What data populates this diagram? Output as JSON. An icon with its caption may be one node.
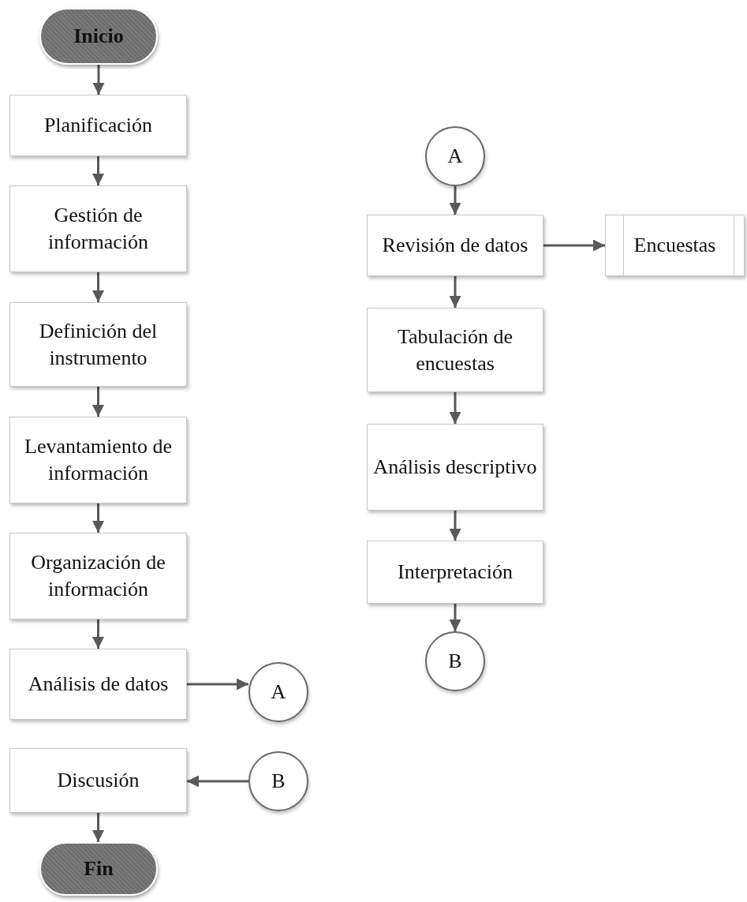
{
  "diagram": {
    "nodes": [
      {
        "text": [
          "Inicio"
        ]
      },
      {
        "text": [
          "Planificación"
        ]
      },
      {
        "text": [
          "Gestión de información"
        ]
      },
      {
        "text": [
          "Definición del instrumento"
        ]
      },
      {
        "text": [
          "Levantamiento de información"
        ]
      },
      {
        "text": [
          "Organización de información"
        ]
      },
      {
        "text": [
          "Análisis de datos"
        ]
      },
      {
        "text": [
          "A"
        ]
      },
      {
        "text": [
          "Discusión"
        ]
      },
      {
        "text": [
          "B"
        ]
      },
      {
        "text": [
          "Fin"
        ]
      },
      {
        "text": [
          "A"
        ]
      },
      {
        "text": [
          "Revisión de datos"
        ]
      },
      {
        "text": [
          "Encuestas"
        ]
      },
      {
        "text": [
          "Tabulación de encuestas"
        ]
      },
      {
        "text": [
          "Análisis descriptivo"
        ]
      },
      {
        "text": [
          "Interpretación"
        ]
      },
      {
        "text": [
          "B"
        ]
      }
    ],
    "edges": [
      {
        "from": 0,
        "to": 1,
        "arrow": "to"
      },
      {
        "from": 1,
        "to": 2,
        "arrow": "to"
      },
      {
        "from": 2,
        "to": 3,
        "arrow": "to"
      },
      {
        "from": 3,
        "to": 4,
        "arrow": "to"
      },
      {
        "from": 4,
        "to": 5,
        "arrow": "to"
      },
      {
        "from": 5,
        "to": 6,
        "arrow": "to"
      },
      {
        "from": 6,
        "to": 7,
        "arrow": "to"
      },
      {
        "from": 9,
        "to": 8,
        "arrow": "to"
      },
      {
        "from": 8,
        "to": 10,
        "arrow": "to"
      },
      {
        "from": 11,
        "to": 12,
        "arrow": "to"
      },
      {
        "from": 12,
        "to": 13,
        "arrow": "to"
      },
      {
        "from": 12,
        "to": 14,
        "arrow": "to"
      },
      {
        "from": 14,
        "to": 15,
        "arrow": "to"
      },
      {
        "from": 15,
        "to": 16,
        "arrow": "to"
      },
      {
        "from": 16,
        "to": 17,
        "arrow": "to"
      }
    ]
  }
}
